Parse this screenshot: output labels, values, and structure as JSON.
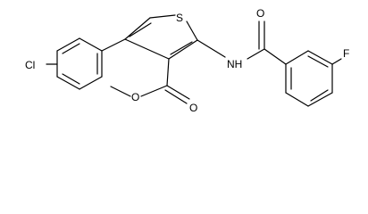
{
  "molecule": {
    "atoms": {
      "chlorine": "Cl",
      "sulfur": "S",
      "nitrogen": "NH",
      "fluorine": "F",
      "carbonyl_oxygen_ester": "O",
      "ether_oxygen_ester": "O",
      "carbonyl_oxygen_amide": "O"
    }
  }
}
